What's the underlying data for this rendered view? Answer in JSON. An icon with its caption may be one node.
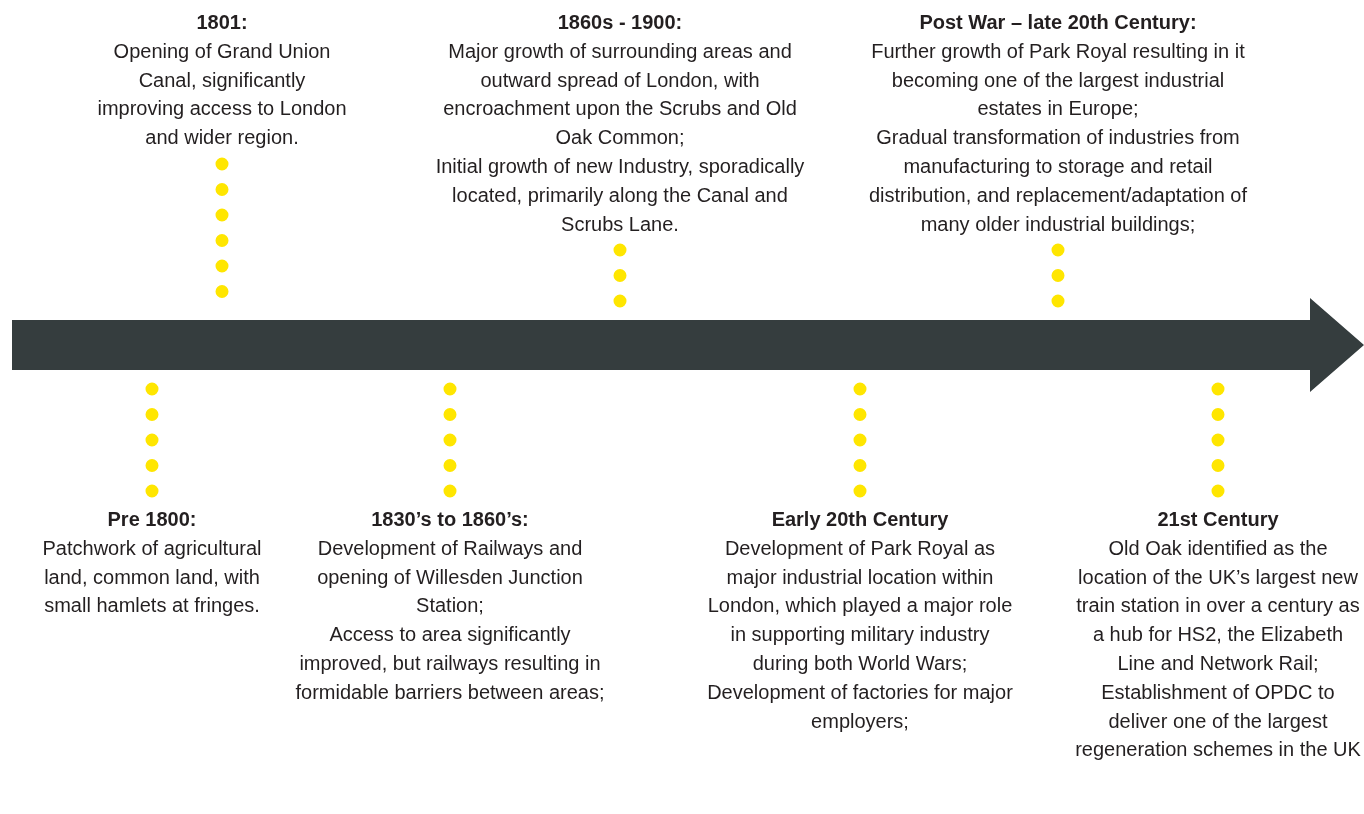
{
  "diagram": {
    "nodes": [
      {
        "text": [
          "Pre 1800:",
          "Patchwork of agricultural land, common land, with small hamlets at fringes."
        ]
      },
      {
        "text": [
          "1801:",
          "Opening of Grand Union Canal, significantly improving access to London and wider region."
        ]
      },
      {
        "text": [
          "1830’s to 1860’s:",
          "Development of Railways and opening of Willesden Junction Station;",
          "Access to area significantly improved, but railways resulting in formidable barriers between areas;"
        ]
      },
      {
        "text": [
          "1860s - 1900:",
          "Major growth of surrounding areas and outward spread of London, with encroachment upon the Scrubs and Old Oak Common;",
          "Initial growth of new Industry, sporadically located, primarily along the Canal and Scrubs Lane."
        ]
      },
      {
        "text": [
          "Early 20th Century",
          "Development of Park Royal as major industrial location within London, which played a major role in supporting military industry during both World Wars;",
          "Development of factories for major employers;"
        ]
      },
      {
        "text": [
          "Post War – late 20th Century:",
          "Further growth of Park Royal resulting in it becoming one of the largest industrial estates in Europe;",
          "Gradual transformation of industries from manufacturing to storage and retail distribution, and replacement/adaptation of many older industrial buildings;"
        ]
      },
      {
        "text": [
          "21st Century",
          "Old Oak identified as the location of the UK’s largest new train station in over a century as a hub for HS2, the Elizabeth Line and Network Rail;",
          "Establishment of OPDC to deliver one of the largest regeneration schemes in the UK"
        ]
      },
      {
        "text": [],
        "shape": "bar"
      }
    ],
    "edges": [
      {
        "from": 0,
        "to": 7,
        "arrow": "none",
        "style": "dashed"
      },
      {
        "from": 1,
        "to": 7,
        "arrow": "none",
        "style": "dashed"
      },
      {
        "from": 2,
        "to": 7,
        "arrow": "none",
        "style": "dashed"
      },
      {
        "from": 3,
        "to": 7,
        "arrow": "none",
        "style": "dashed"
      },
      {
        "from": 4,
        "to": 7,
        "arrow": "none",
        "style": "dashed"
      },
      {
        "from": 5,
        "to": 7,
        "arrow": "none",
        "style": "dashed"
      },
      {
        "from": 6,
        "to": 7,
        "arrow": "none",
        "style": "dashed"
      }
    ]
  }
}
